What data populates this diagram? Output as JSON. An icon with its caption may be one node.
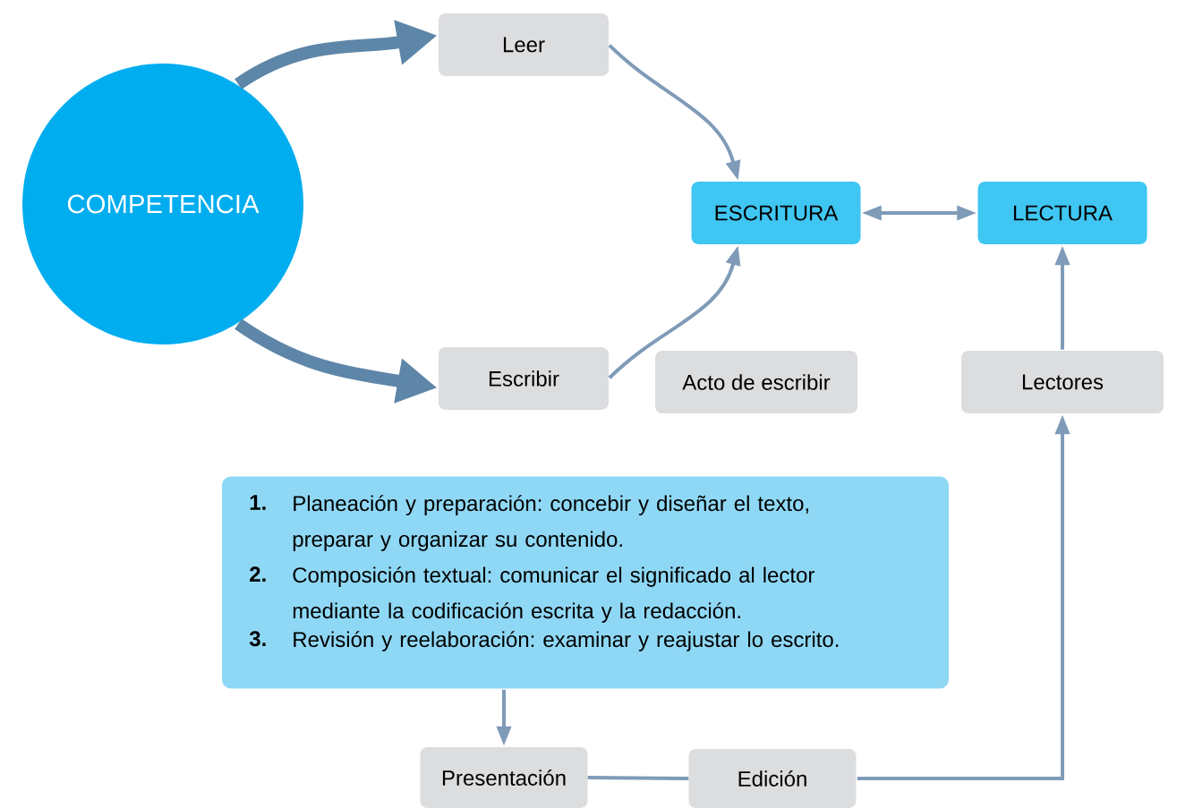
{
  "diagram": {
    "nodes": [
      {
        "text": [
          "COMPETENCIA"
        ]
      },
      {
        "text": [
          "Leer"
        ]
      },
      {
        "text": [
          "Escribir"
        ]
      },
      {
        "text": [
          "ESCRITURA"
        ]
      },
      {
        "text": [
          "LECTURA"
        ]
      },
      {
        "text": [
          "Acto de escribir"
        ]
      },
      {
        "text": [
          "Lectores"
        ]
      },
      {
        "text": [
          "1.",
          "Planeación y preparación: concebir y diseñar el texto, preparar y organizar su contenido.",
          "2.",
          "Composición textual: comunicar el significado al lector mediante la codificación escrita y la redacción.",
          "3.",
          "Revisión y reelaboración: examinar y reajustar lo escrito."
        ]
      },
      {
        "text": [
          "Presentación"
        ]
      },
      {
        "text": [
          "Edición"
        ]
      }
    ],
    "edges": [
      {
        "from": 0,
        "to": 1,
        "arrow": "to",
        "style": "thick",
        "color": "#5e86a8"
      },
      {
        "from": 0,
        "to": 2,
        "arrow": "to",
        "style": "thick",
        "color": "#5e86a8"
      },
      {
        "from": 1,
        "to": 3,
        "arrow": "to"
      },
      {
        "from": 2,
        "to": 3,
        "arrow": "to"
      },
      {
        "from": 3,
        "to": 4,
        "arrow": "both"
      },
      {
        "from": 6,
        "to": 4,
        "arrow": "to"
      },
      {
        "from": 7,
        "to": 8,
        "arrow": "to"
      },
      {
        "from": 8,
        "to": 9,
        "arrow": "none"
      },
      {
        "from": 9,
        "to": 6,
        "arrow": "to"
      }
    ]
  }
}
